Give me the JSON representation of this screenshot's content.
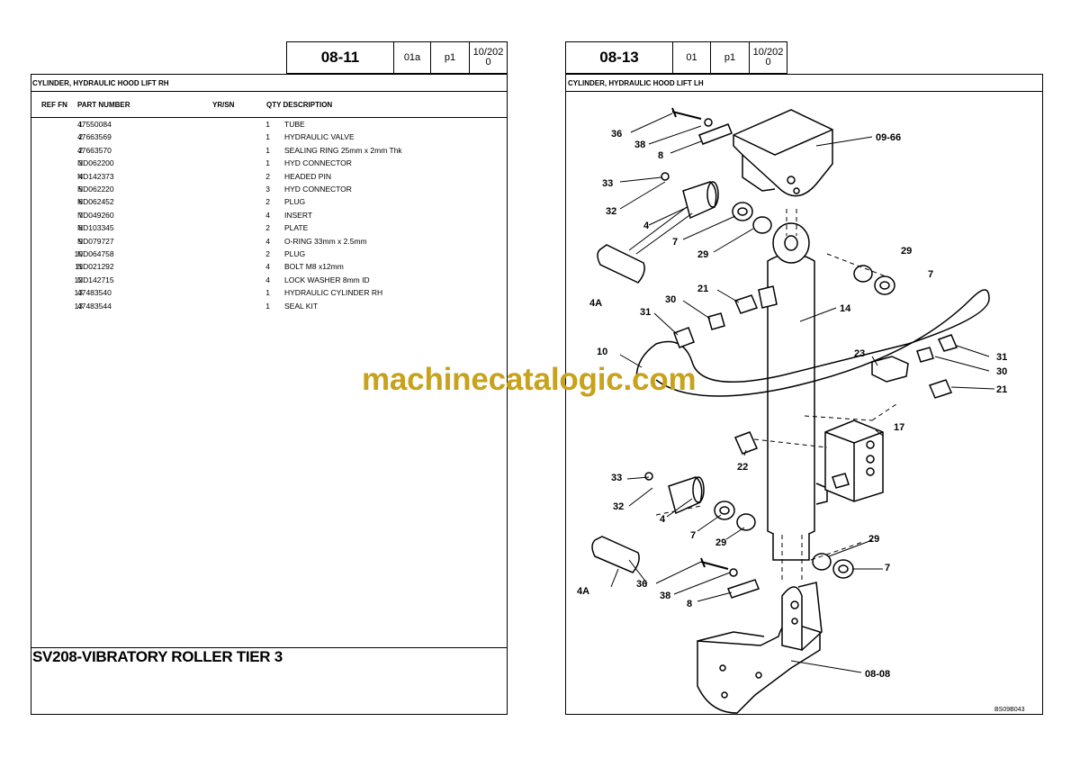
{
  "left_page": {
    "section": "08-11",
    "rev": "01a",
    "page": "p1",
    "date": "10/202\n0",
    "date_line1": "10/202",
    "date_line2": "0",
    "title": "CYLINDER, HYDRAULIC HOOD LIFT RH",
    "columns": {
      "ref_fn": "REF  FN",
      "part_number": "PART NUMBER",
      "yr_sn": "YR/SN",
      "qty_desc": "QTY  DESCRIPTION"
    },
    "rows": [
      {
        "ref": "1",
        "part": "47550084",
        "qty": "1",
        "desc": "TUBE"
      },
      {
        "ref": "2",
        "part": "47663569",
        "qty": "1",
        "desc": "HYDRAULIC VALVE"
      },
      {
        "ref": "2",
        "part": "47663570",
        "qty": "1",
        "desc": "SEALING RING 25mm x 2mm Thk"
      },
      {
        "ref": "3",
        "part": "ND062200",
        "qty": "1",
        "desc": "HYD CONNECTOR"
      },
      {
        "ref": "4",
        "part": "ND142373",
        "qty": "2",
        "desc": "HEADED PIN"
      },
      {
        "ref": "5",
        "part": "ND062220",
        "qty": "3",
        "desc": "HYD CONNECTOR"
      },
      {
        "ref": "6",
        "part": "ND062452",
        "qty": "2",
        "desc": "PLUG"
      },
      {
        "ref": "7",
        "part": "ND049260",
        "qty": "4",
        "desc": "INSERT"
      },
      {
        "ref": "8",
        "part": "ND103345",
        "qty": "2",
        "desc": "PLATE"
      },
      {
        "ref": "9",
        "part": "ND079727",
        "qty": "4",
        "desc": "O-RING 33mm x 2.5mm"
      },
      {
        "ref": "10",
        "part": "ND064758",
        "qty": "2",
        "desc": "PLUG"
      },
      {
        "ref": "11",
        "part": "ND021292",
        "qty": "4",
        "desc": "BOLT M8 x12mm"
      },
      {
        "ref": "12",
        "part": "ND142715",
        "qty": "4",
        "desc": "LOCK WASHER 8mm ID"
      },
      {
        "ref": "13",
        "part": "47483540",
        "qty": "1",
        "desc": "HYDRAULIC CYLINDER  RH"
      },
      {
        "ref": "13",
        "part": "47483544",
        "qty": "1",
        "desc": "SEAL KIT"
      }
    ],
    "model": "SV208-VIBRATORY ROLLER TIER 3"
  },
  "right_page": {
    "section": "08-13",
    "rev": "01",
    "page": "p1",
    "date_line1": "10/202",
    "date_line2": "0",
    "title": "CYLINDER, HYDRAULIC HOOD LIFT LH",
    "drawing_code": "BS09B043",
    "callouts": [
      "36",
      "38",
      "8",
      "09-66",
      "33",
      "32",
      "4",
      "7",
      "29",
      "4A",
      "29",
      "7",
      "21",
      "30",
      "31",
      "14",
      "10",
      "23",
      "31",
      "30",
      "21",
      "17",
      "22",
      "33",
      "32",
      "4",
      "7",
      "29",
      "29",
      "4A",
      "36",
      "7",
      "38",
      "8",
      "08-08"
    ]
  },
  "watermark": "machinecatalogic.com"
}
